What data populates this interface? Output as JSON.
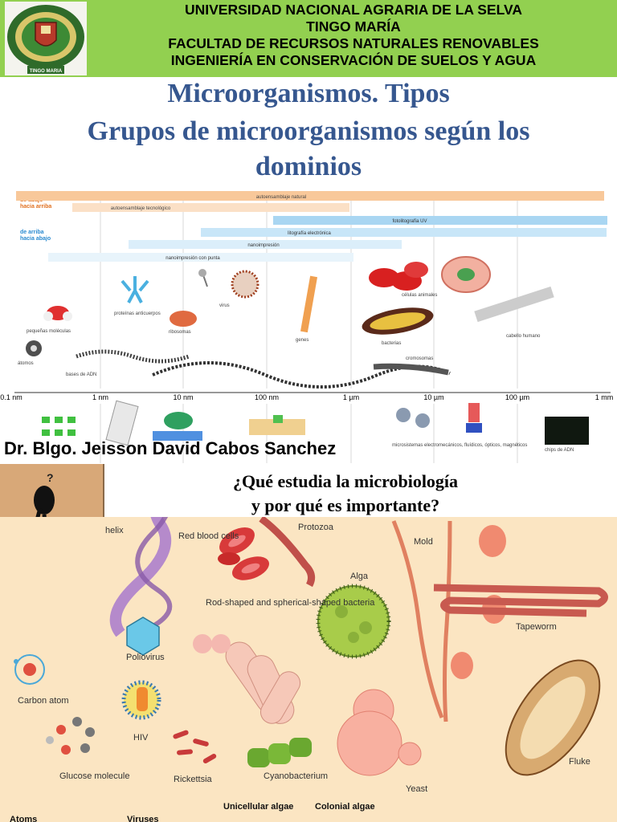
{
  "header": {
    "lines": [
      "UNIVERSIDAD NACIONAL AGRARIA DE LA SELVA",
      "TINGO MARÍA",
      "FACULTAD DE RECURSOS NATURALES RENOVABLES",
      "INGENIERÍA EN CONSERVACIÓN DE SUELOS Y AGUA"
    ],
    "logo_text": "TINGO MARIA"
  },
  "title": {
    "line1": "Microorganismos. Tipos",
    "line2": "Grupos de microorganismos según los",
    "line3": "dominios"
  },
  "scale_figure": {
    "approach_labels": [
      "de abajo",
      "hacia arriba",
      "de arriba",
      "hacia abajo"
    ],
    "bars": [
      "autoensamblaje natural",
      "autoensamblaje tecnológico",
      "fotolitografía UV",
      "litografía electrónica",
      "nanoimpresión",
      "nanoimpresión con punta"
    ],
    "items": [
      "átomos",
      "pequeñas moléculas",
      "proteínas anticuerpos",
      "virus",
      "ribosomas",
      "genes",
      "bases de ADN",
      "células animales",
      "bacterias",
      "cabello humano",
      "cromosomas"
    ],
    "scale": [
      "0.1 nm",
      "1 nm",
      "10 nm",
      "100 nm",
      "1 µm",
      "10 µm",
      "100 µm",
      "1 mm"
    ],
    "bottom_items": [
      "microsistemas electromecánicos, fluídicos, ópticos, magnéticos",
      "chips de ADN"
    ]
  },
  "author": "Dr. Blgo. Jeisson David Cabos Sanchez",
  "question": {
    "line1": "¿Qué estudia la microbiología",
    "line2": "y por qué es importante?"
  },
  "organisms": {
    "labels": [
      "helix",
      "Red blood cells",
      "Protozoa",
      "Mold",
      "Alga",
      "Rod-shaped and spherical-shaped bacteria",
      "Tapeworm",
      "Poliovirus",
      "Carbon atom",
      "HIV",
      "Fluke",
      "Glucose molecule",
      "Rickettsia",
      "Cyanobacterium",
      "Yeast",
      "Unicellular algae",
      "Colonial algae",
      "Atoms",
      "Viruses"
    ]
  },
  "colors": {
    "header_bg": "#92d050",
    "title_blue": "#36578f",
    "panel_bg": "#fbe5c2",
    "thinker_bg": "#d8a878"
  }
}
